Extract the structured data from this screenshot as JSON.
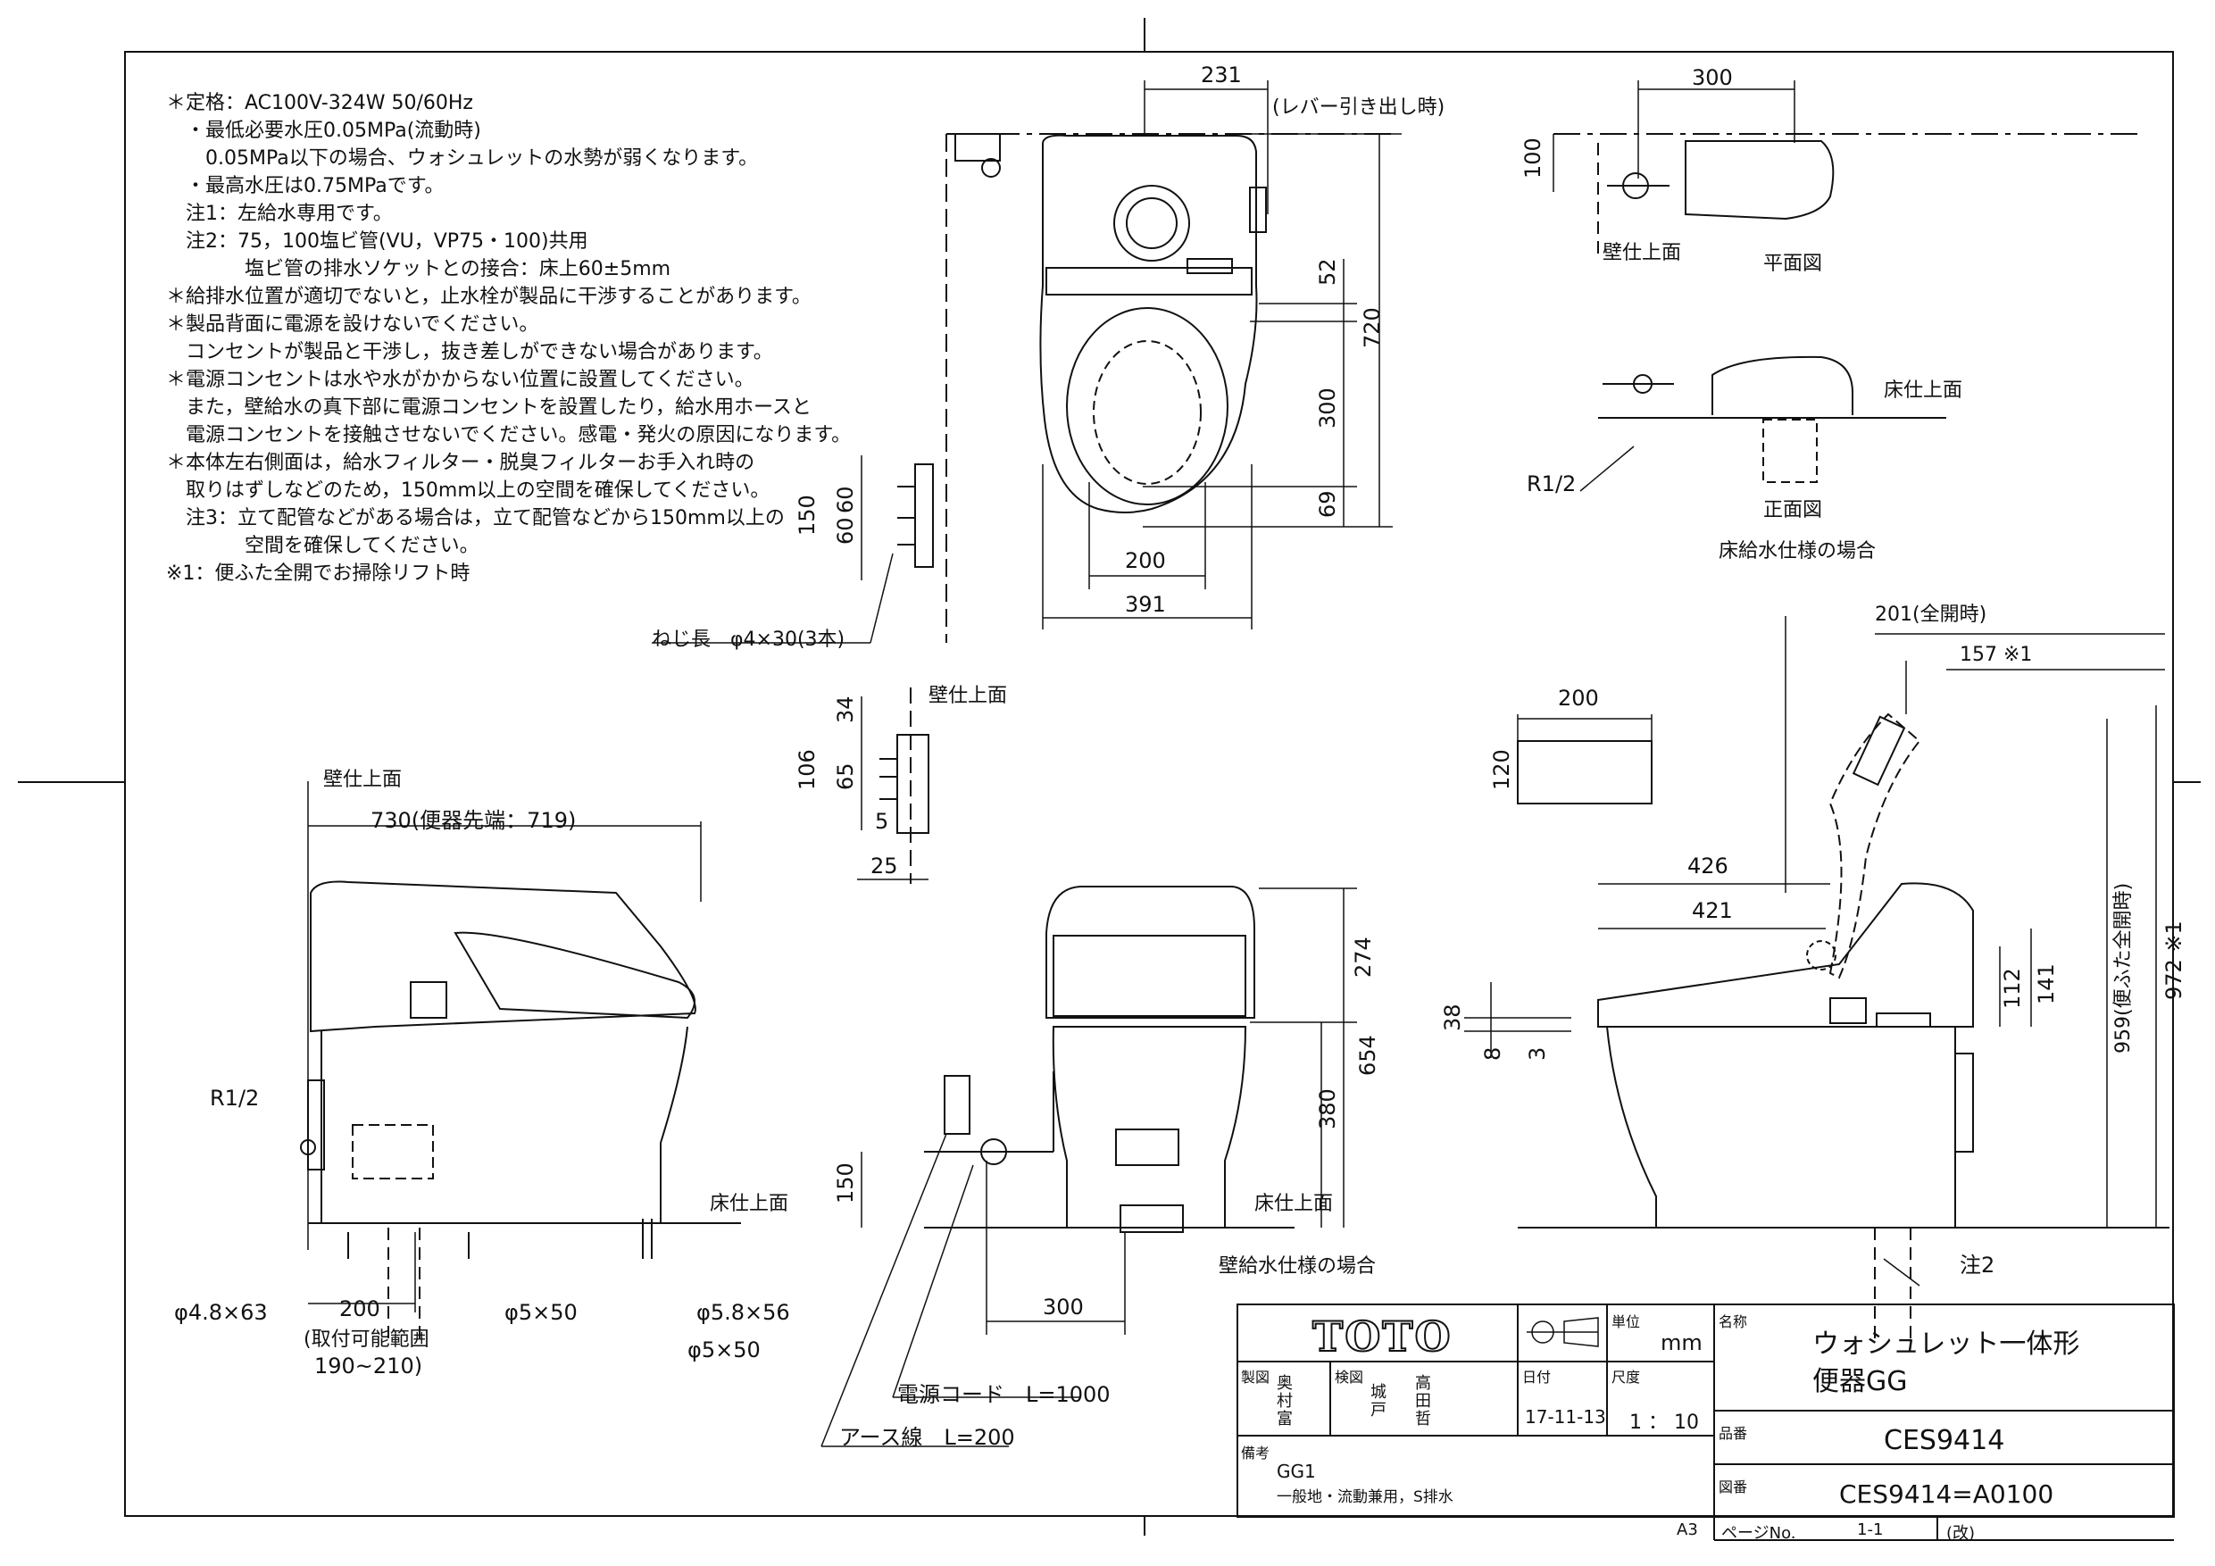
{
  "notes": [
    "＊定格：AC100V-324W 50/60Hz",
    "　・最低必要水圧0.05MPa(流動時)",
    "　　0.05MPa以下の場合、ウォシュレットの水勢が弱くなります。",
    "　・最高水圧は0.75MPaです。",
    "　注1：左給水専用です。",
    "　注2：75，100塩ビ管(VU，VP75・100)共用",
    "　　　　塩ビ管の排水ソケットとの接合：床上60±5mm",
    "＊給排水位置が適切でないと，止水栓が製品に干渉することがあります。",
    "＊製品背面に電源を設けないでください。",
    "　コンセントが製品と干渉し，抜き差しができない場合があります。",
    "＊電源コンセントは水や水がかからない位置に設置してください。",
    "　また，壁給水の真下部に電源コンセントを設置したり，給水用ホースと",
    "　電源コンセントを接触させないでください。感電・発火の原因になります。",
    "＊本体左右側面は，給水フィルター・脱臭フィルターお手入れ時の",
    "　取りはずしなどのため，150mm以上の空間を確保してください。",
    "　注3：立て配管などがある場合は，立て配管などから150mm以上の",
    "　　　　空間を確保してください。",
    "※1：便ふた全開でお掃除リフト時"
  ],
  "dims": {
    "top_231": "231",
    "top_lever": "(レバー引き出し時)",
    "top_52": "52",
    "top_720": "720",
    "top_300": "300",
    "top_69": "69",
    "top_200": "200",
    "top_391": "391",
    "rem_150": "150",
    "rem_60a": "60",
    "rem_60b": "60",
    "plan_300": "300",
    "plan_100": "100",
    "side_730": "730(便器先端：719)",
    "side_200": "200",
    "side_range_a": "(取付可能範囲",
    "side_range_b": "190~210)",
    "front_34": "34",
    "front_106": "106",
    "front_65": "65",
    "front_5": "5",
    "front_25": "25",
    "front_274": "274",
    "front_654": "654",
    "front_380": "380",
    "front_150": "150",
    "front_300": "300",
    "rs_201": "201(全開時)",
    "rs_157": "157 ※1",
    "rs_200": "200",
    "rs_120": "120",
    "rs_426": "426",
    "rs_421": "421",
    "rs_38": "38",
    "rs_8": "8",
    "rs_3": "3",
    "rs_112": "112",
    "rs_141": "141",
    "rs_959": "959(便ふた全開時)",
    "rs_972": "972 ※1"
  },
  "labels": {
    "wall_top_1": "壁仕上面",
    "wall_top_2": "壁仕上面",
    "wall_top_3": "壁仕上面",
    "floor_top_1": "床仕上面",
    "floor_top_2": "床仕上面",
    "floor_top_3": "床仕上面",
    "plan_view": "平面図",
    "front_view": "正面図",
    "floor_supply": "床給水仕様の場合",
    "wall_supply": "壁給水仕様の場合",
    "r12_a": "R1/2",
    "r12_b": "R1/2",
    "screw": "ねじ長　φ4×30(3本)",
    "bolt_48": "φ4.8×63",
    "bolt_5a": "φ5×50",
    "bolt_58": "φ5.8×56",
    "bolt_5b": "φ5×50",
    "power_cord": "電源コード　L=1000",
    "earth": "アース線　L=200",
    "note2": "注2"
  },
  "title_block": {
    "brand": "TOTO",
    "unit_label": "単位",
    "unit": "mm",
    "name_label": "名称",
    "name_1": "ウォシュレット一体形",
    "name_2": "便器GG",
    "drafted_label": "製図",
    "drafted": "奥\n村\n富",
    "checked_label": "検図",
    "checked_a": "城\n戸",
    "checked_b": "高\n田\n哲",
    "date_label": "日付",
    "date": "17-11-13",
    "scale_label": "尺度",
    "scale": "1 ： 10",
    "part_label": "品番",
    "part": "CES9414",
    "remarks_label": "備考",
    "remarks_1": "GG1",
    "remarks_2": "一般地・流動兼用，S排水",
    "drawing_label": "図番",
    "drawing": "CES9414=A0100",
    "paper": "A3",
    "page_label": "ページNo.",
    "page": "1-1",
    "rev": "(改)"
  }
}
